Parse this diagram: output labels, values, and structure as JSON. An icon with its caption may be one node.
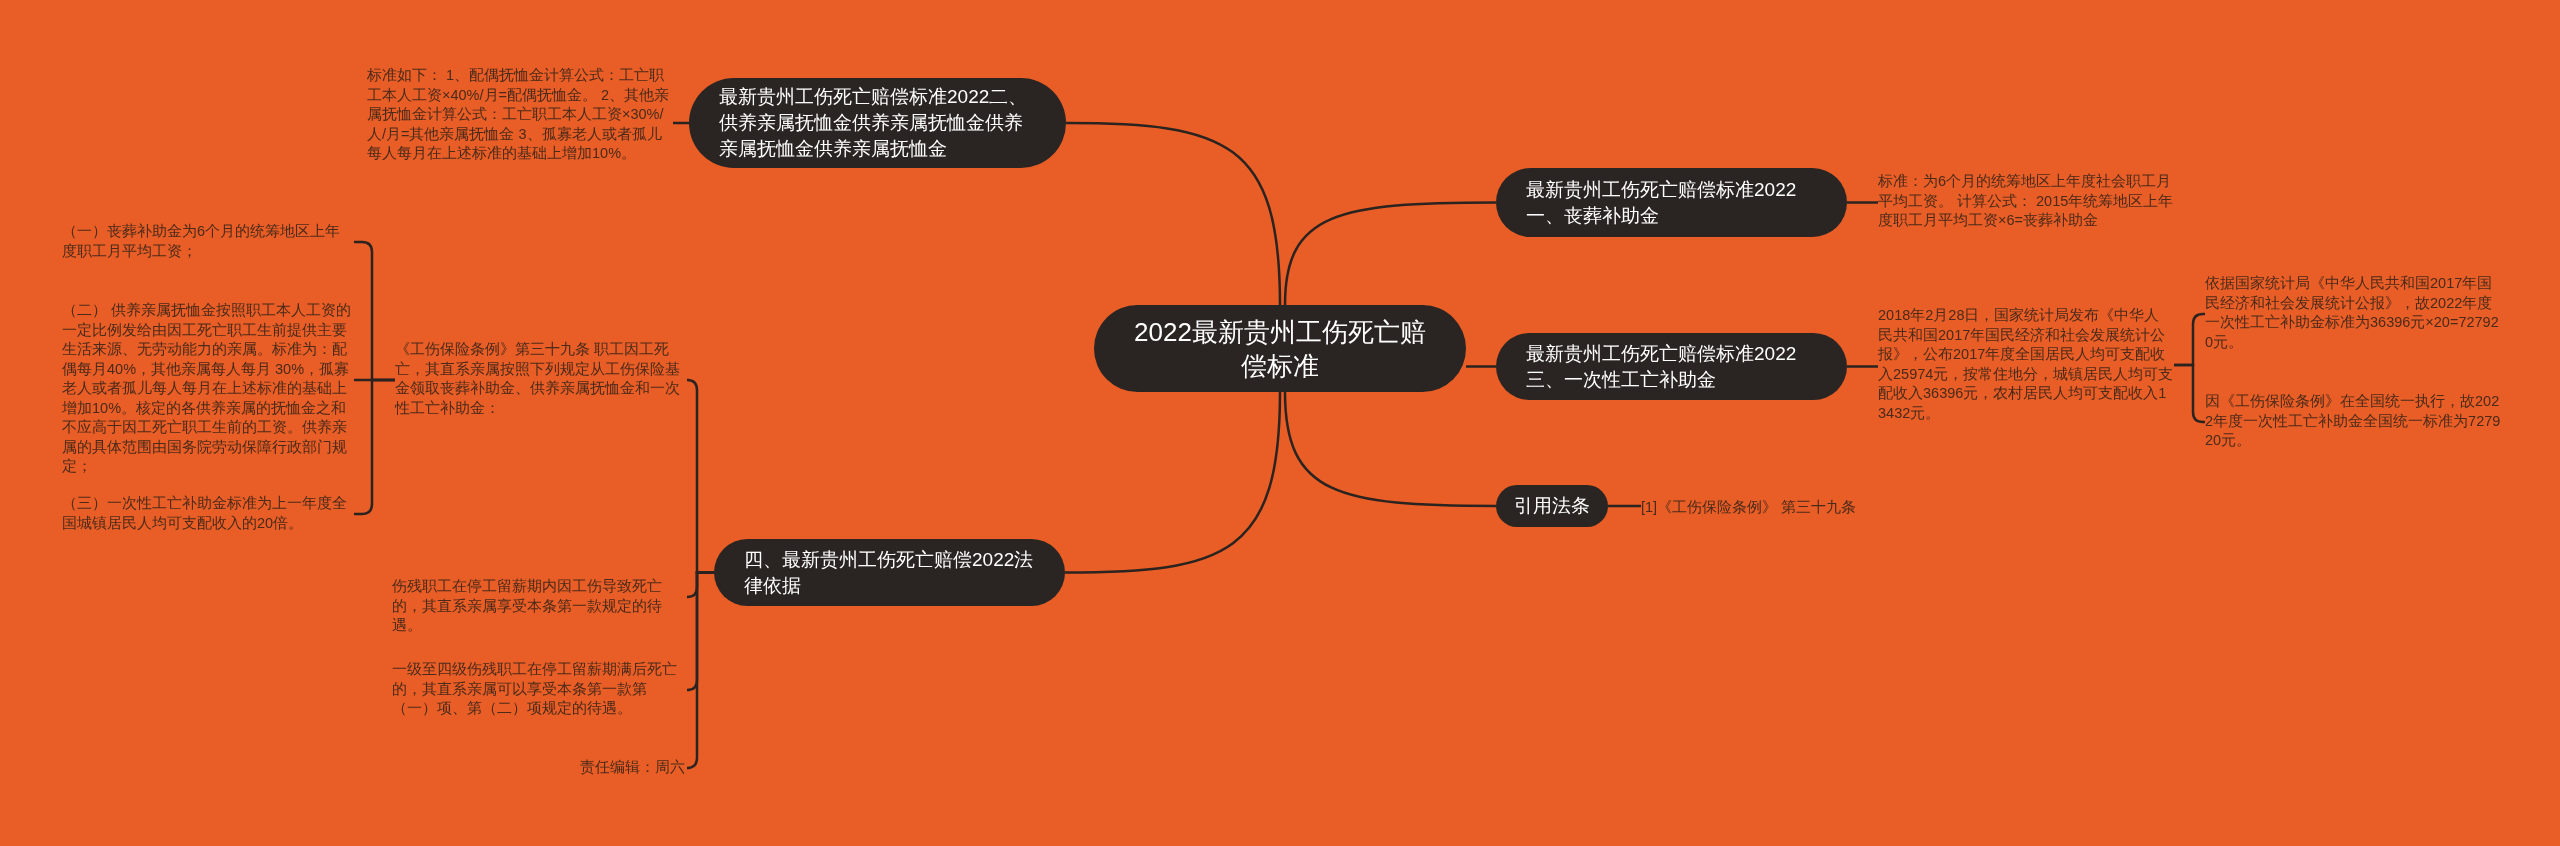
{
  "diagram": {
    "nodes": [
      {
        "text": [
          "2022最新贵州工伤死亡赔偿标准"
        ]
      },
      {
        "text": [
          "最新贵州工伤死亡赔偿标准2022二、供养亲属抚恤金供养亲属抚恤金供养亲属抚恤金供养亲属抚恤金"
        ]
      },
      {
        "text": [
          "最新贵州工伤死亡赔偿标准2022一、丧葬补助金"
        ]
      },
      {
        "text": [
          "最新贵州工伤死亡赔偿标准2022三、一次性工亡补助金"
        ]
      },
      {
        "text": [
          "引用法条"
        ]
      },
      {
        "text": [
          "四、最新贵州工伤死亡赔偿2022法律依据"
        ]
      },
      {
        "text": [
          "标准如下： 1、配偶抚恤金计算公式：工亡职工本人工资×40%/月=配偶抚恤金。 2、其他亲属抚恤金计算公式：工亡职工本人工资×30%/人/月=其他亲属抚恤金 3、孤寡老人或者孤儿每人每月在上述标准的基础上增加10%。"
        ]
      },
      {
        "text": [
          "标准：为6个月的统筹地区上年度社会职工月平均工资。 计算公式： 2015年统筹地区上年度职工月平均工资×6=丧葬补助金"
        ]
      },
      {
        "text": [
          "2018年2月28日，国家统计局发布《中华人民共和国2017年国民经济和社会发展统计公报》，公布2017年度全国居民人均可支配收入25974元，按常住地分，城镇居民人均可支配收入36396元，农村居民人均可支配收入13432元。"
        ]
      },
      {
        "text": [
          "依据国家统计局《中华人民共和国2017年国民经济和社会发展统计公报》，故2022年度一次性工亡补助金标准为36396元×20=727920元。"
        ]
      },
      {
        "text": [
          "因《工伤保险条例》在全国统一执行，故2022年度一次性工亡补助金全国统一标准为727920元。"
        ]
      },
      {
        "text": [
          "[1]《工伤保险条例》 第三十九条"
        ]
      },
      {
        "text": [
          "《工伤保险条例》第三十九条 职工因工死亡，其直系亲属按照下列规定从工伤保险基金领取丧葬补助金、供养亲属抚恤金和一次性工亡补助金："
        ]
      },
      {
        "text": [
          "伤残职工在停工留薪期内因工伤导致死亡的，其直系亲属享受本条第一款规定的待遇。"
        ]
      },
      {
        "text": [
          "一级至四级伤残职工在停工留薪期满后死亡的，其直系亲属可以享受本条第一款第（一）项、第（二）项规定的待遇。"
        ]
      },
      {
        "text": [
          "责任编辑：周六"
        ]
      },
      {
        "text": [
          "（一）丧葬补助金为6个月的统筹地区上年度职工月平均工资；"
        ]
      },
      {
        "text": [
          "（二） 供养亲属抚恤金按照职工本人工资的一定比例发给由因工死亡职工生前提供主要生活来源、无劳动能力的亲属。标准为：配偶每月40%，其他亲属每人每月 30%，孤寡老人或者孤儿每人每月在上述标准的基础上增加10%。核定的各供养亲属的抚恤金之和不应高于因工死亡职工生前的工资。供养亲属的具体范围由国务院劳动保障行政部门规定；"
        ]
      },
      {
        "text": [
          "（三）一次性工亡补助金标准为上一年度全国城镇居民人均可支配收入的20倍。"
        ]
      }
    ],
    "edges": [
      {
        "from": 0,
        "to": 1,
        "arrow": "none"
      },
      {
        "from": 0,
        "to": 2,
        "arrow": "none"
      },
      {
        "from": 0,
        "to": 3,
        "arrow": "none"
      },
      {
        "from": 0,
        "to": 4,
        "arrow": "none"
      },
      {
        "from": 0,
        "to": 5,
        "arrow": "none"
      },
      {
        "from": 1,
        "to": 6,
        "arrow": "none"
      },
      {
        "from": 2,
        "to": 7,
        "arrow": "none"
      },
      {
        "from": 3,
        "to": 8,
        "arrow": "none"
      },
      {
        "from": 8,
        "to": 9,
        "arrow": "none"
      },
      {
        "from": 8,
        "to": 10,
        "arrow": "none"
      },
      {
        "from": 4,
        "to": 11,
        "arrow": "none"
      },
      {
        "from": 5,
        "to": 12,
        "arrow": "none"
      },
      {
        "from": 5,
        "to": 13,
        "arrow": "none"
      },
      {
        "from": 5,
        "to": 14,
        "arrow": "none"
      },
      {
        "from": 5,
        "to": 15,
        "arrow": "none"
      },
      {
        "from": 12,
        "to": 16,
        "arrow": "none"
      },
      {
        "from": 12,
        "to": 17,
        "arrow": "none"
      },
      {
        "from": 12,
        "to": 18,
        "arrow": "none"
      }
    ]
  }
}
